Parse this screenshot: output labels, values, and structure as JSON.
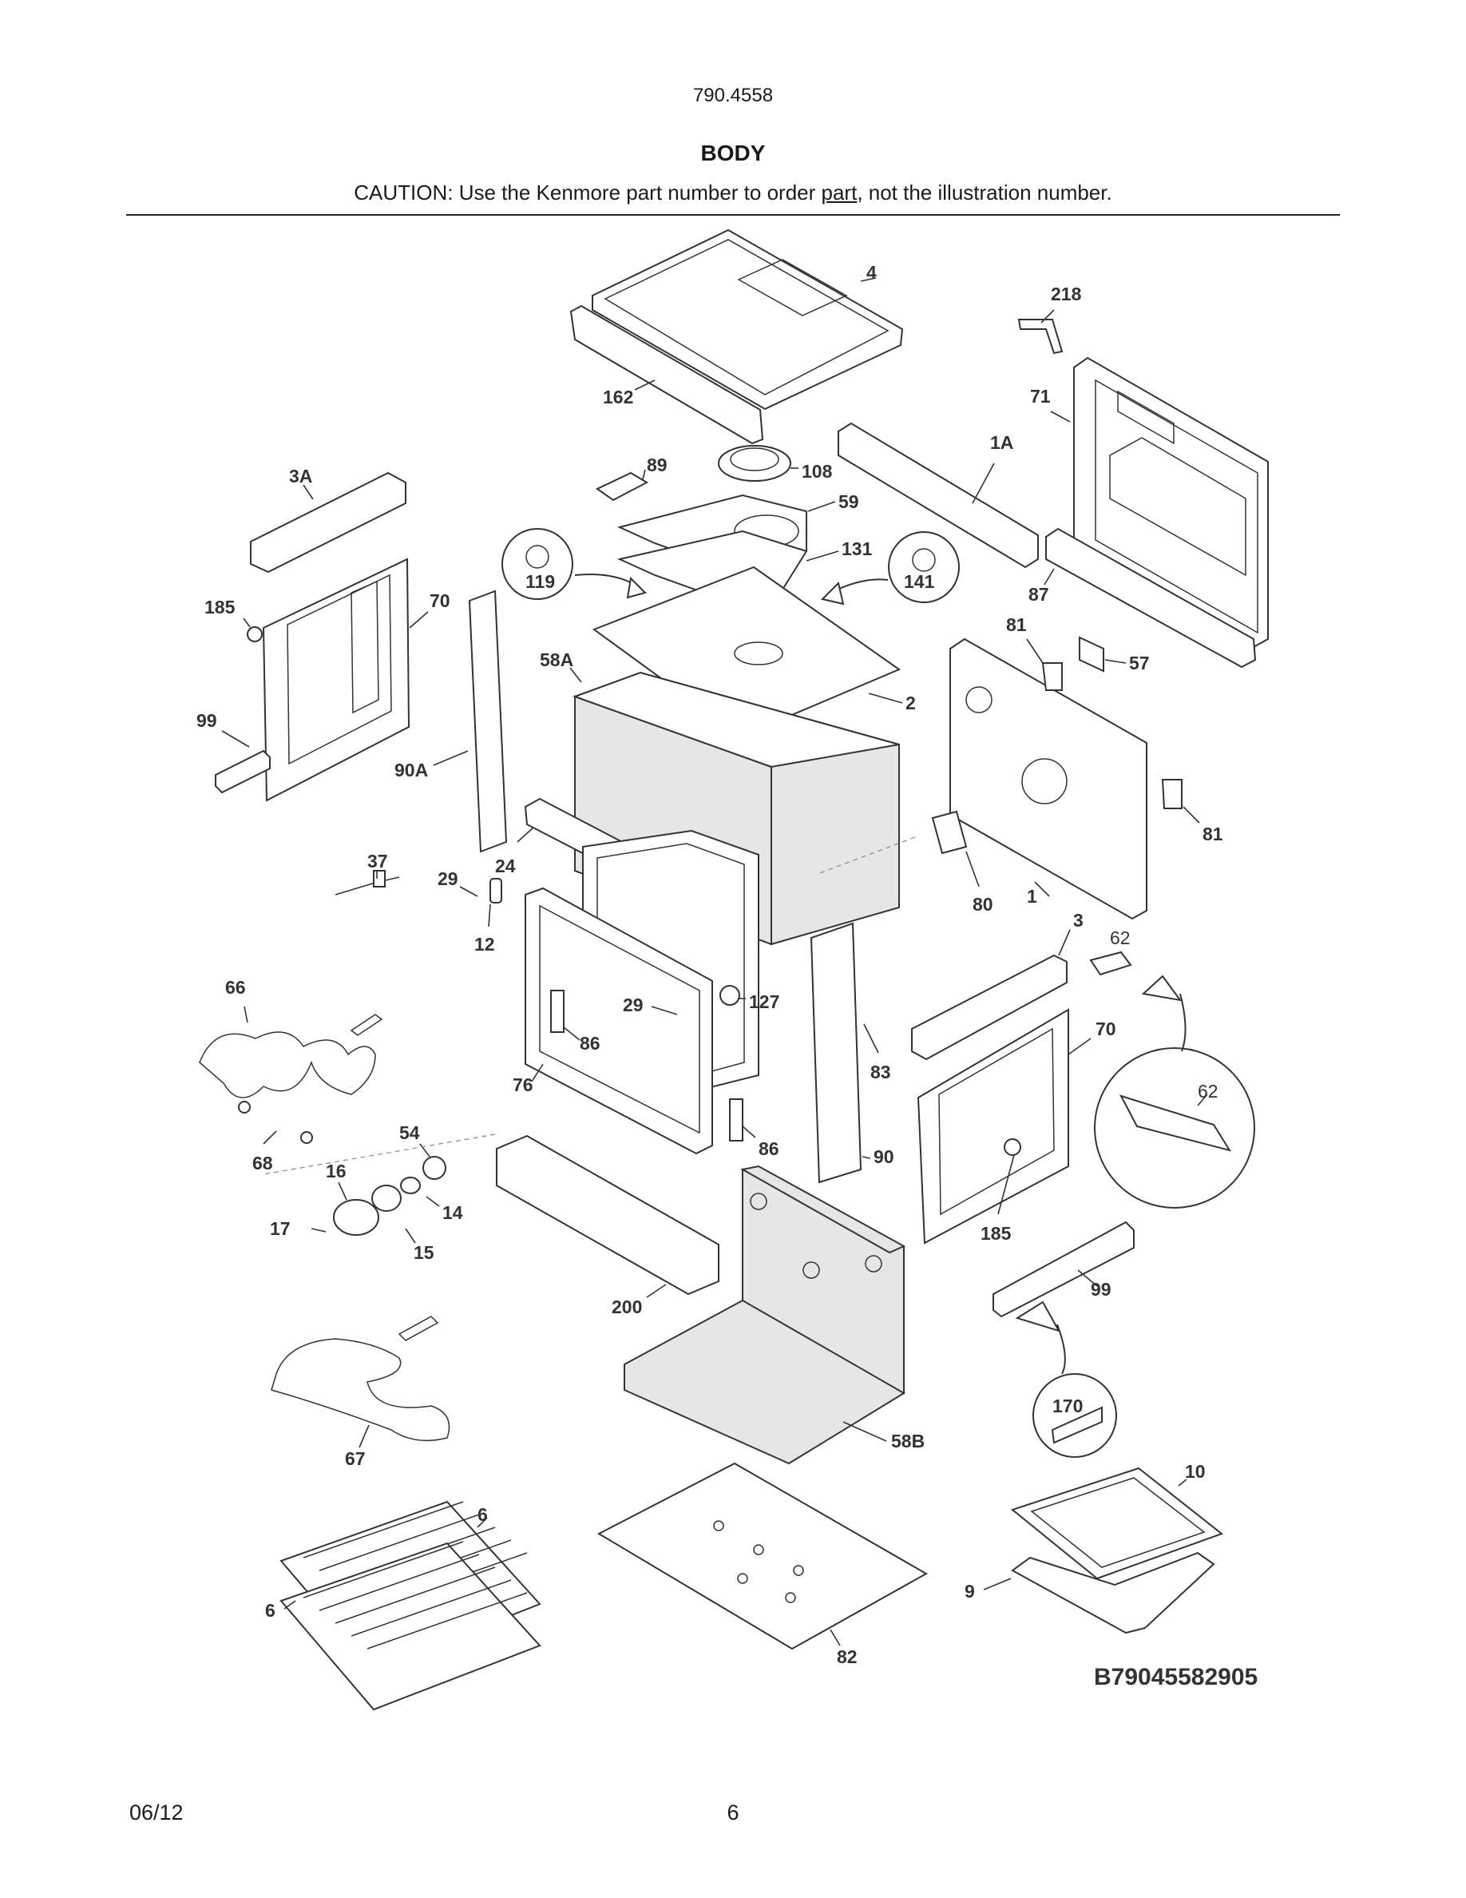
{
  "header": {
    "model": "790.4558",
    "title": "BODY",
    "caution_before": "CAUTION: Use the Kenmore part number to order ",
    "caution_underlined": "part",
    "caution_after": ", not the illustration number."
  },
  "callouts": {
    "c4": "4",
    "c218": "218",
    "c162": "162",
    "c71": "71",
    "c89": "89",
    "c108": "108",
    "c1A": "1A",
    "c3A": "3A",
    "c59": "59",
    "c131": "131",
    "c119": "119",
    "c141": "141",
    "c87": "87",
    "c185a": "185",
    "c70a": "70",
    "c58A": "58A",
    "c81a": "81",
    "c57": "57",
    "c2": "2",
    "c99a": "99",
    "c90A": "90A",
    "c81b": "81",
    "c37": "37",
    "c24": "24",
    "c29a": "29",
    "c80": "80",
    "c1": "1",
    "c3": "3",
    "c62a": "62",
    "c12": "12",
    "c66": "66",
    "c29b": "29",
    "c127": "127",
    "c86a": "86",
    "c70b": "70",
    "c83": "83",
    "c76": "76",
    "c62b": "62",
    "c54": "54",
    "c86b": "86",
    "c90": "90",
    "c68": "68",
    "c16": "16",
    "c14": "14",
    "c185b": "185",
    "c17": "17",
    "c15": "15",
    "c99b": "99",
    "c200": "200",
    "c170": "170",
    "c58B": "58B",
    "c67": "67",
    "c10": "10",
    "c6a": "6",
    "c9": "9",
    "c6b": "6",
    "c82": "82"
  },
  "figure_id": "B79045582905",
  "footer": {
    "date": "06/12",
    "page": "6"
  }
}
